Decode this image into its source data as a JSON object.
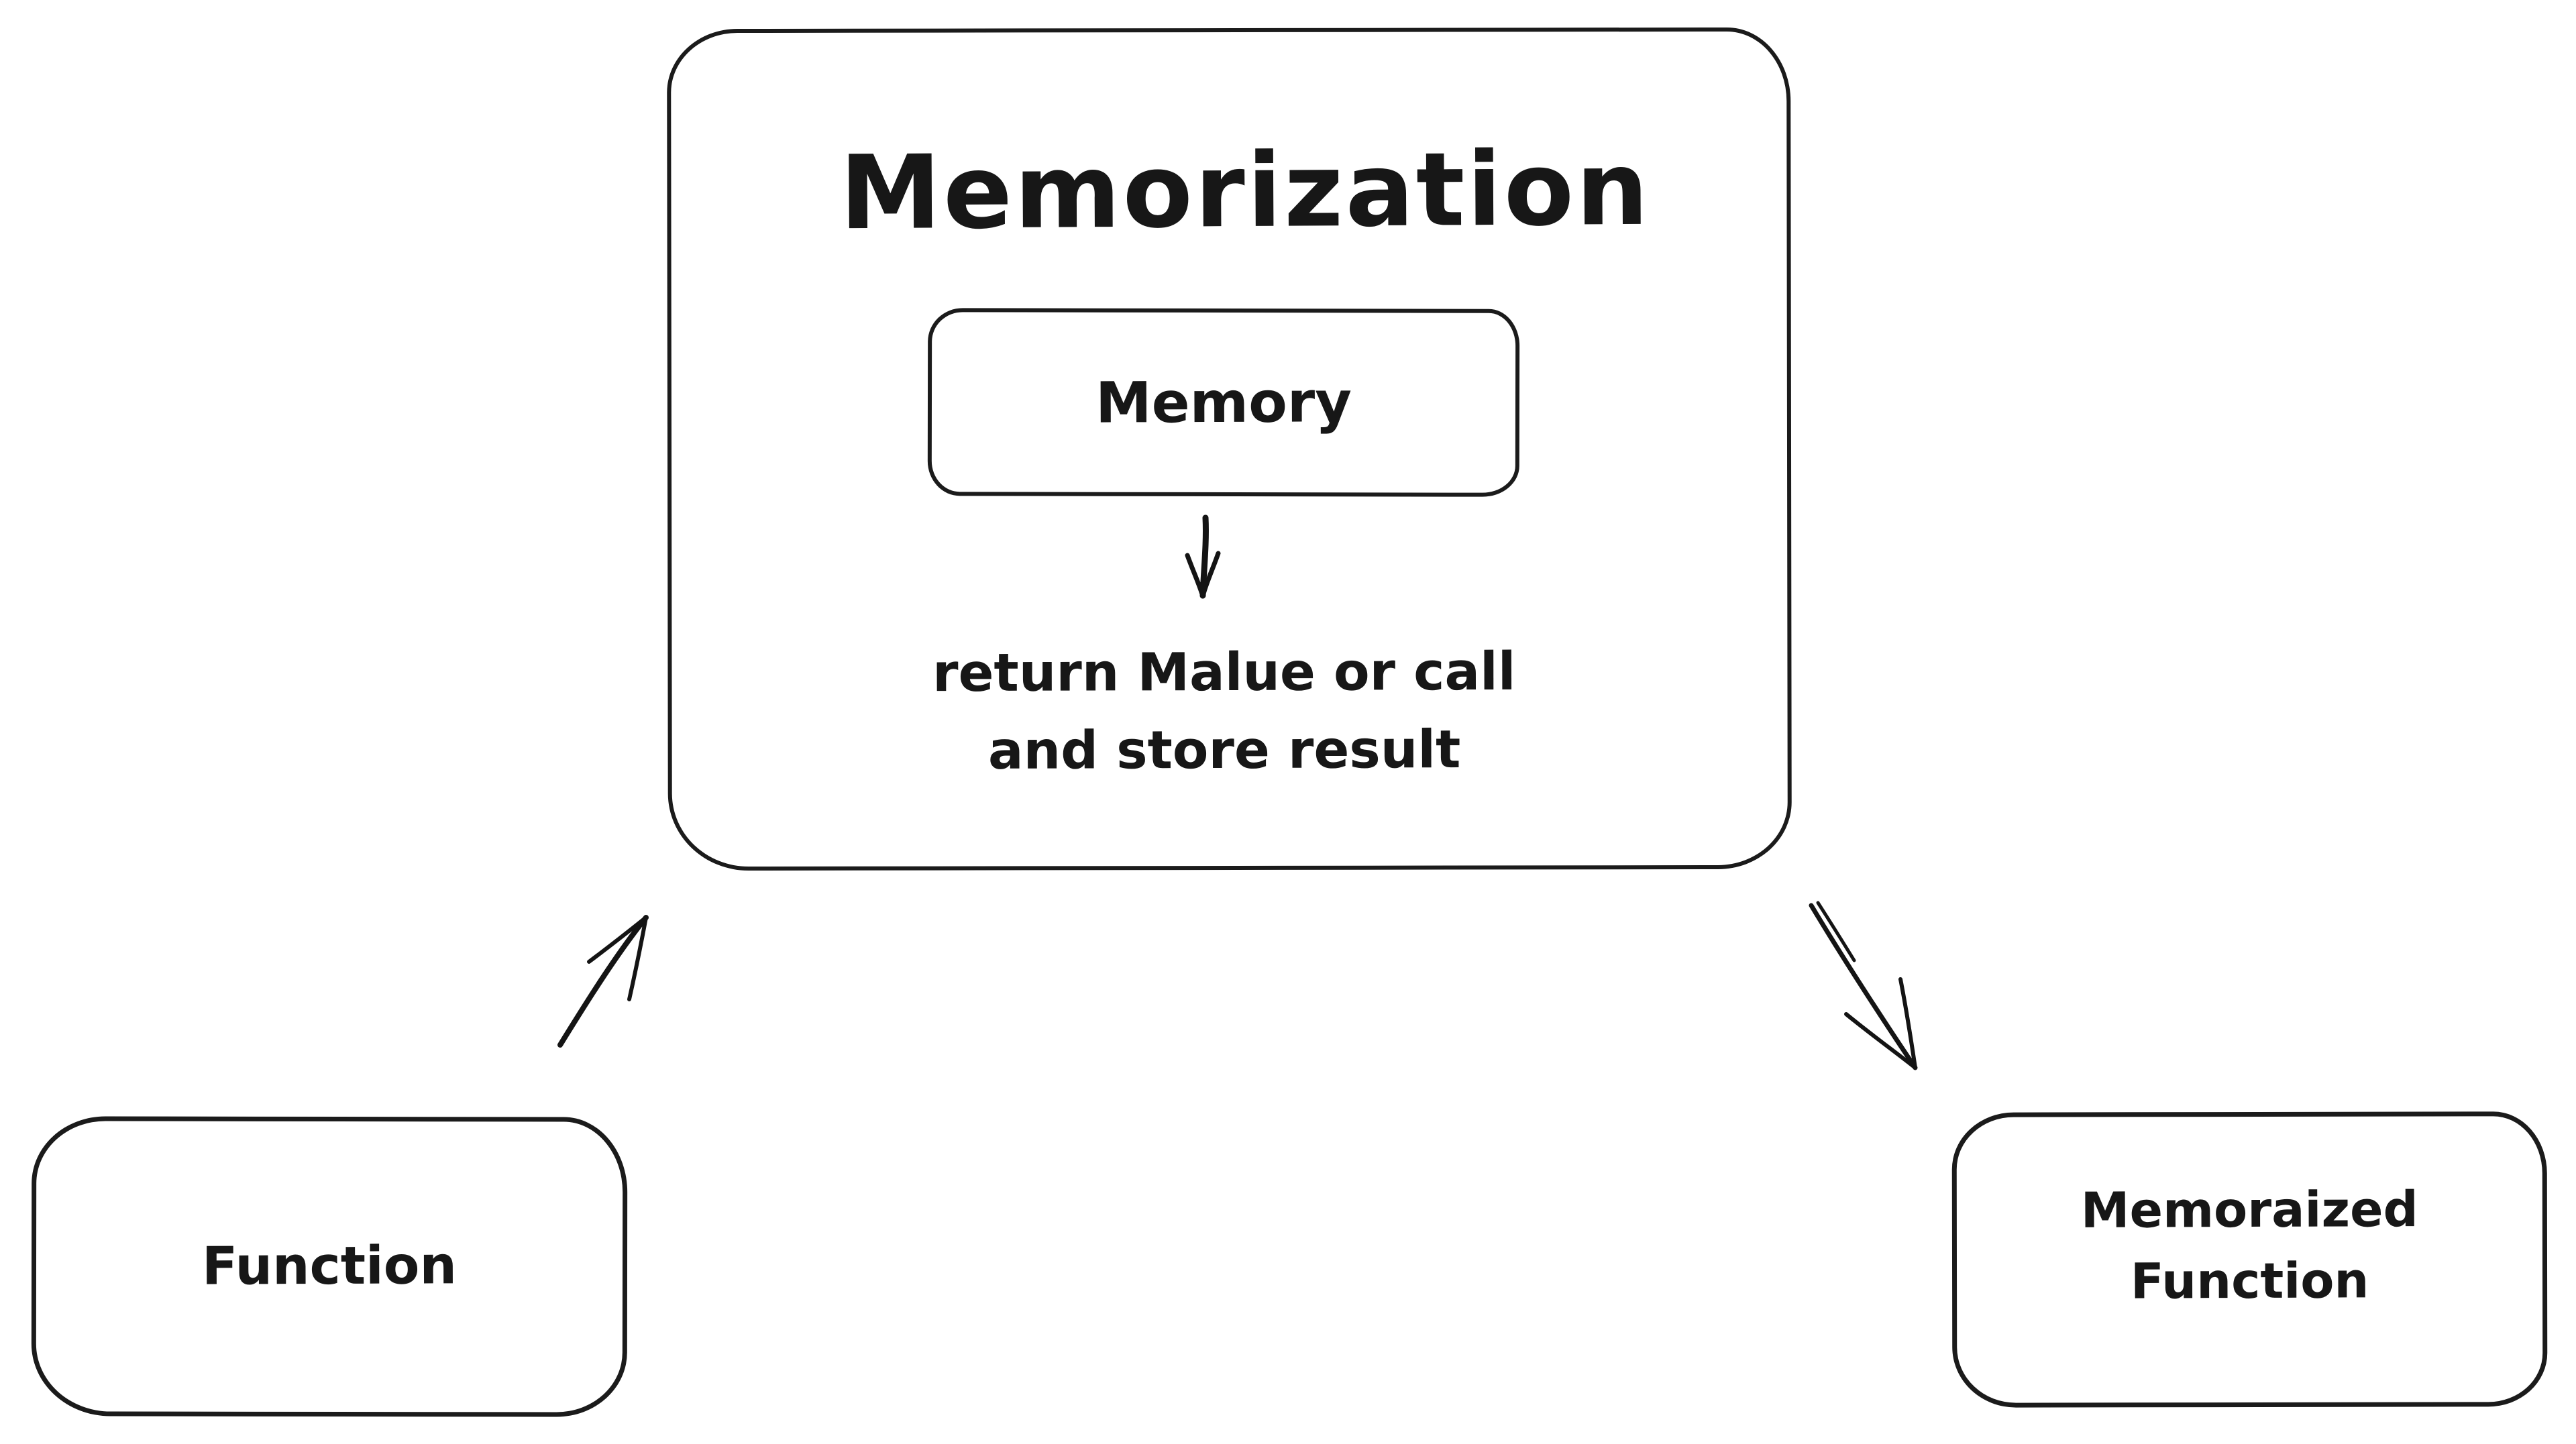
{
  "diagram": {
    "type": "flow-diagram",
    "style": "hand-drawn-sketch",
    "colors": {
      "background": "#ffffff",
      "ink": "#1b1b1b"
    },
    "memorization": {
      "title": "Memorization"
    },
    "memory": {
      "label": "Memory"
    },
    "note": {
      "line1": "return Malue or call",
      "line2": "and store result"
    },
    "function": {
      "label": "Function"
    },
    "memoized_function": {
      "line1": "Memoraized",
      "line2": "Function"
    },
    "connections": [
      {
        "from": "memory",
        "to": "note",
        "direction": "down"
      },
      {
        "from": "function",
        "to": "memorization",
        "direction": "up-right"
      },
      {
        "from": "memorization",
        "to": "memoized_function",
        "direction": "down-right"
      }
    ]
  }
}
